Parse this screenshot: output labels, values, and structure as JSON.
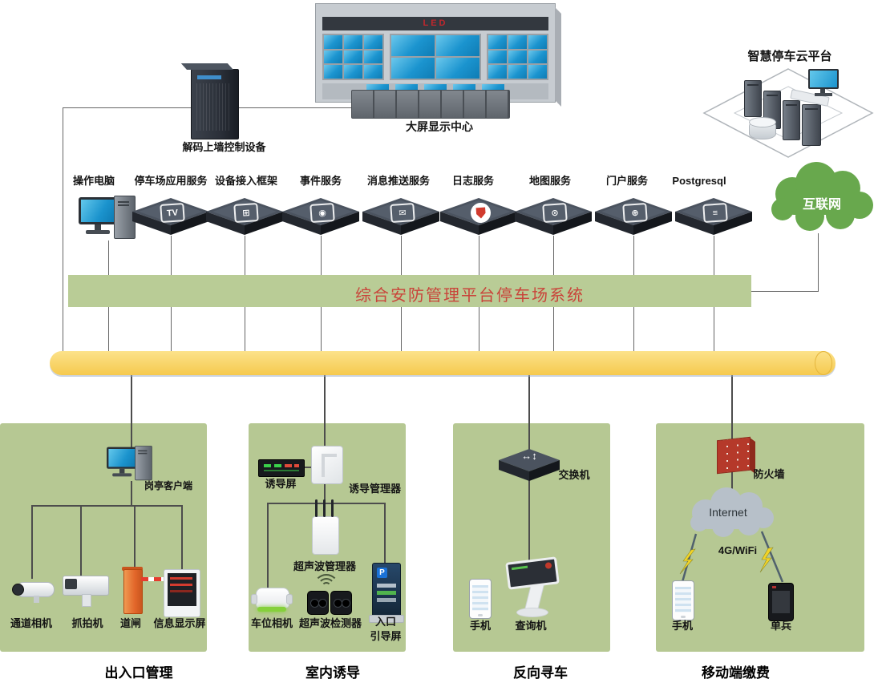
{
  "diagram": {
    "top": {
      "video_wall": {
        "led": "LED",
        "label": "大屏显示中心"
      },
      "decoder": {
        "label": "解码上墙控制设备"
      },
      "cloud_platform": {
        "label": "智慧停车云平台"
      }
    },
    "services": [
      {
        "label": "操作电脑",
        "glyph": ""
      },
      {
        "label": "停车场应用服务",
        "glyph": "TV"
      },
      {
        "label": "设备接入框架",
        "glyph": "⊞"
      },
      {
        "label": "事件服务",
        "glyph": "◉"
      },
      {
        "label": "消息推送服务",
        "glyph": "✉"
      },
      {
        "label": "日志服务",
        "glyph": ""
      },
      {
        "label": "地图服务",
        "glyph": "⊙"
      },
      {
        "label": "门户服务",
        "glyph": "⊕"
      },
      {
        "label": "Postgresql",
        "glyph": "≡"
      }
    ],
    "internet_cloud": {
      "label": "互联网"
    },
    "banner": {
      "label": "综合安防管理平台停车场系统"
    },
    "switch_glyph_h": "↔",
    "switch_glyph_v": "↕",
    "sections": [
      {
        "title": "出入口管理",
        "client": "岗亭客户端",
        "devices": [
          "通道相机",
          "抓拍机",
          "道闸",
          "信息显示屏"
        ]
      },
      {
        "title": "室内诱导",
        "screen": "诱导屏",
        "manager": "诱导管理器",
        "ultra_mgr": "超声波管理器",
        "pillar_p": "P",
        "pillar_line1": "入口",
        "pillar_line2": "引导屏",
        "devices": [
          "车位相机",
          "超声波检测器"
        ]
      },
      {
        "title": "反向寻车",
        "switch": "交换机",
        "devices": [
          "手机",
          "查询机"
        ]
      },
      {
        "title": "移动端缴费",
        "firewall": "防火墙",
        "internet": "Internet",
        "wifi": "4G/WiFi",
        "devices": [
          "手机",
          "单兵"
        ]
      }
    ],
    "colors": {
      "section_bg": "#b6c893",
      "banner_bg": "#b9cc96",
      "banner_text": "#c9443a",
      "bus_bar": "#f5c94e",
      "cloud_green": "#68a84d"
    }
  }
}
